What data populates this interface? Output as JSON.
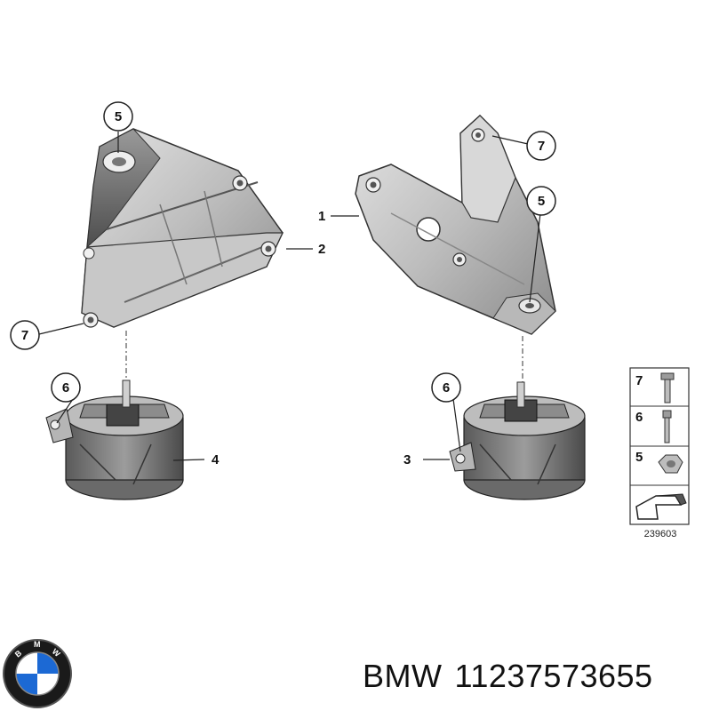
{
  "callouts": {
    "c1": "1",
    "c2": "2",
    "c3": "3",
    "c4": "4",
    "c5_left": "5",
    "c5_right": "5",
    "c6_left": "6",
    "c6_right": "6",
    "c7_left": "7",
    "c7_right": "7"
  },
  "legend": {
    "rows": [
      {
        "number": "7",
        "part": "bolt-icon"
      },
      {
        "number": "6",
        "part": "stud-bolt-icon"
      },
      {
        "number": "5",
        "part": "hex-nut-icon"
      }
    ],
    "arrow": "arrow-icon"
  },
  "reference_number": "239603",
  "caption": {
    "brand": "BMW",
    "part_number": "11237573655"
  },
  "logo": {
    "letters": [
      "B",
      "M",
      "W"
    ],
    "colors": {
      "blue": "#1c69d4",
      "ring": "#1a1a1a",
      "white": "#ffffff"
    }
  },
  "colors": {
    "metal_light": "#d6d6d6",
    "metal_mid": "#a9a9a9",
    "metal_dark": "#5e5e5e",
    "line": "#222222"
  }
}
